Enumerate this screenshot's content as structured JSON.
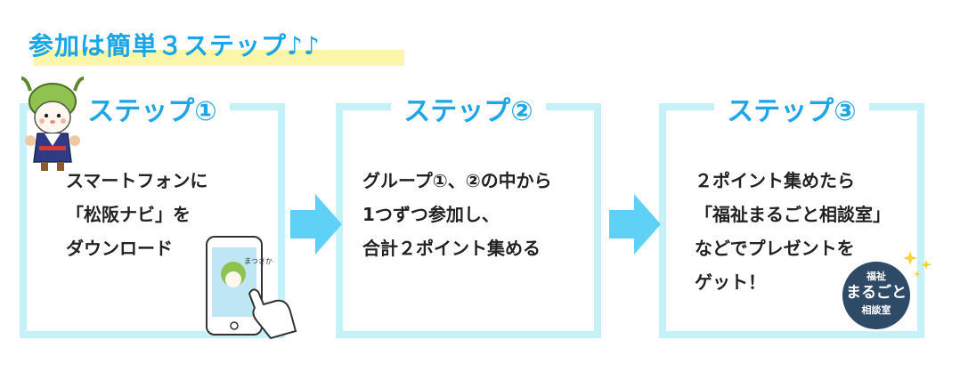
{
  "header": {
    "title": "参加は簡単３ステップ♪♪"
  },
  "steps": [
    {
      "label": "ステップ①",
      "lines": [
        "スマートフォンに",
        "「松阪ナビ」を",
        "ダウンロード"
      ]
    },
    {
      "label": "ステップ②",
      "lines": [
        "グループ①、②の中から",
        "1つずつ参加し、",
        "合計２ポイント集める"
      ]
    },
    {
      "label": "ステップ③",
      "lines": [
        "２ポイント集めたら",
        "「福祉まるごと相談室」",
        "などでプレゼントを",
        "ゲット！"
      ]
    }
  ],
  "illustrations": {
    "phone_screen_text": "まつさか",
    "badge": {
      "line1": "福祉",
      "line2": "まるごと",
      "line3": "相談室"
    }
  },
  "icons": {
    "arrow": "arrow-right-icon",
    "mascot": "mascot-icon",
    "phone": "phone-hand-icon",
    "badge": "badge-icon",
    "sparkle": "sparkle-icon"
  },
  "colors": {
    "title": "#19a6e8",
    "step_label": "#1ea6e6",
    "box_border": "#c5f2f9",
    "arrow": "#5fd0f6",
    "highlight": "#fbf6a9",
    "badge": "#2e4a66"
  }
}
